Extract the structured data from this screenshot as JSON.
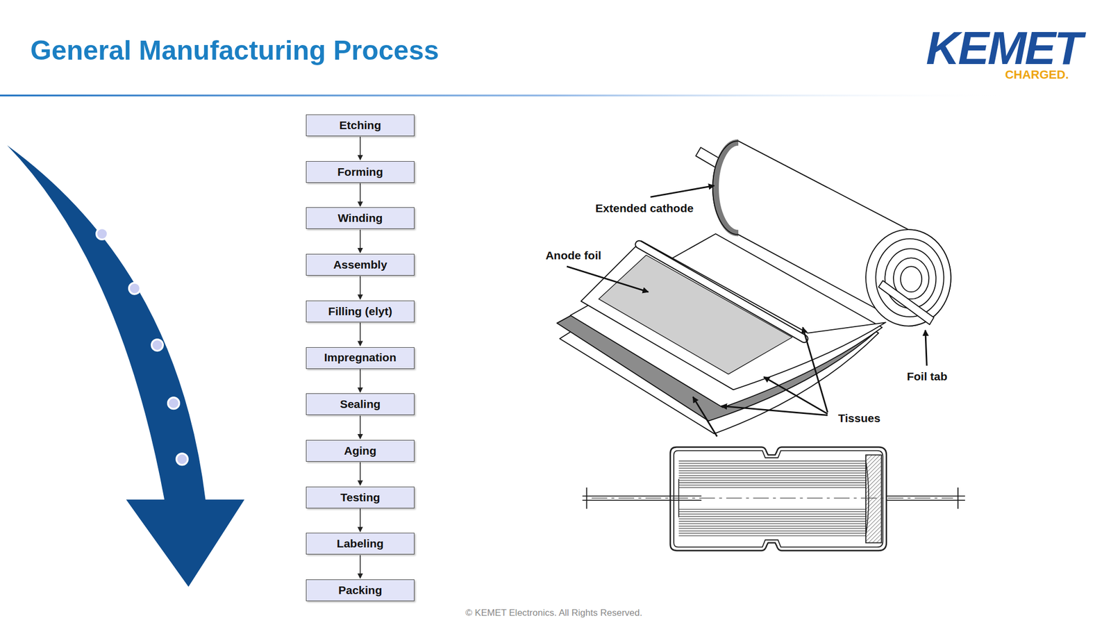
{
  "diagram": {
    "title": "General Manufacturing Process",
    "nodes": [
      {
        "text": [
          "Etching"
        ]
      },
      {
        "text": [
          "Forming"
        ]
      },
      {
        "text": [
          "Winding"
        ]
      },
      {
        "text": [
          "Assembly"
        ]
      },
      {
        "text": [
          "Filling (elyt)"
        ]
      },
      {
        "text": [
          "Impregnation"
        ]
      },
      {
        "text": [
          "Sealing"
        ]
      },
      {
        "text": [
          "Aging"
        ]
      },
      {
        "text": [
          "Testing"
        ]
      },
      {
        "text": [
          "Labeling"
        ]
      },
      {
        "text": [
          "Packing"
        ]
      }
    ],
    "edges": [
      {
        "from": 0,
        "to": 1,
        "arrow": "to"
      },
      {
        "from": 1,
        "to": 2,
        "arrow": "to"
      },
      {
        "from": 2,
        "to": 3,
        "arrow": "to"
      },
      {
        "from": 3,
        "to": 4,
        "arrow": "to"
      },
      {
        "from": 4,
        "to": 5,
        "arrow": "to"
      },
      {
        "from": 5,
        "to": 6,
        "arrow": "to"
      },
      {
        "from": 6,
        "to": 7,
        "arrow": "to"
      },
      {
        "from": 7,
        "to": 8,
        "arrow": "to"
      },
      {
        "from": 8,
        "to": 9,
        "arrow": "to"
      },
      {
        "from": 9,
        "to": 10,
        "arrow": "to"
      }
    ],
    "labels": [
      "KEMET",
      "CHARGED.",
      "Extended cathode",
      "Anode foil",
      "Foil tab",
      "Tissues",
      "© KEMET Electronics. All Rights Reserved."
    ]
  }
}
